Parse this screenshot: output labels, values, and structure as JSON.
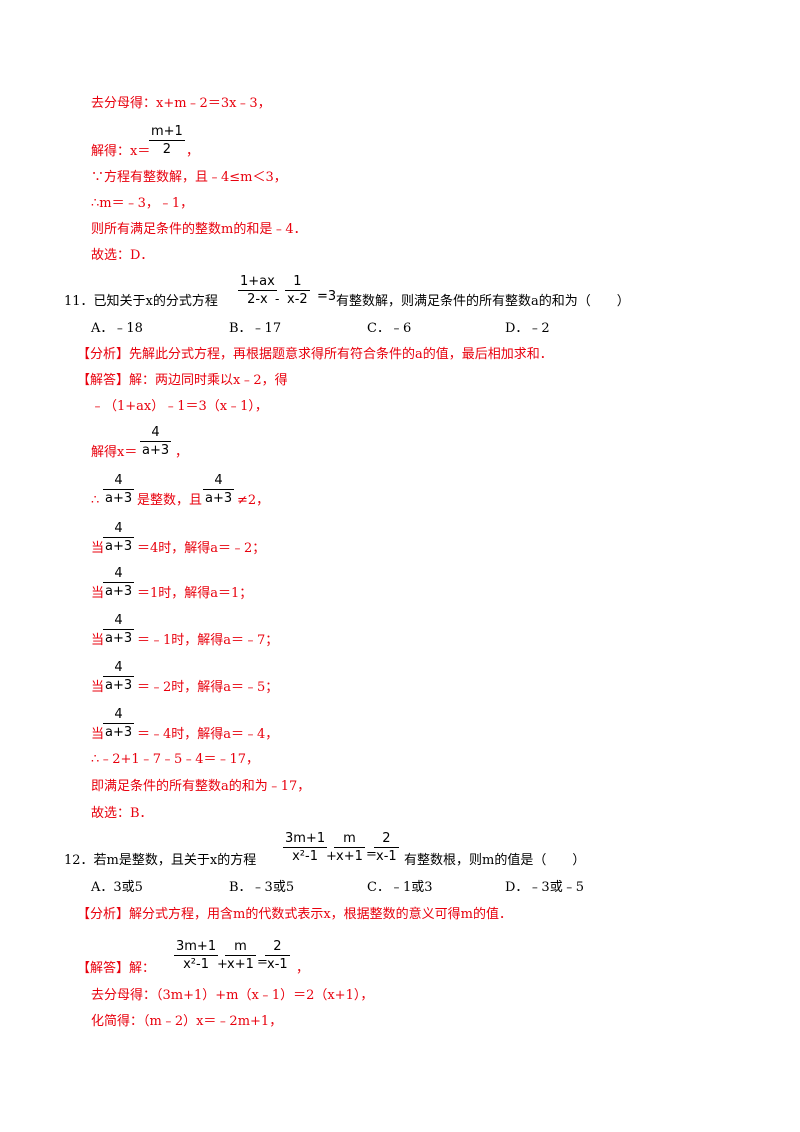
{
  "prev": {
    "l1": "去分母得：x+m﹣2＝3x﹣3，",
    "l2_pre": "解得：x＝",
    "l2_num": "m+1",
    "l2_den": "2",
    "l2_post": "，",
    "l3": "∵方程有整数解，且﹣4≤m＜3，",
    "l4": "∴m＝﹣3，﹣1，",
    "l5": "则所有满足条件的整数m的和是﹣4．",
    "l6": "故选：D．"
  },
  "q11": {
    "stem_pre": "11．已知关于x的分式方程",
    "f1_num": "1+ax",
    "f1_den": "2-x",
    "minus": "-",
    "f2_num": "1",
    "f2_den": "x-2",
    "eq": "=3",
    "stem_post": "有整数解，则满足条件的所有整数a的和为（　　）",
    "options": [
      "A．﹣18",
      "B．﹣17",
      "C．﹣6",
      "D．﹣2"
    ],
    "analysis": "【分析】先解此分式方程，再根据题意求得所有符合条件的a的值，最后相加求和．",
    "answer_intro": "【解答】解：两边同时乘以x﹣2，得",
    "step1": "﹣（1+ax）﹣1＝3（x﹣1），",
    "sol_pre": "解得x＝",
    "sol_num": "4",
    "sol_den": "a+3",
    "sol_post": "，",
    "cond_pre": "∴",
    "cond_mid": "是整数，且",
    "cond_post": "≠2，",
    "cases": [
      {
        "pre": "当",
        "post": "＝4时，解得a＝﹣2；"
      },
      {
        "pre": "当",
        "post": "＝1时，解得a＝1；"
      },
      {
        "pre": "当",
        "post": "＝﹣1时，解得a＝﹣7；"
      },
      {
        "pre": "当",
        "post": "＝﹣2时，解得a＝﹣5；"
      },
      {
        "pre": "当",
        "post": "＝﹣4时，解得a＝﹣4，"
      }
    ],
    "sum": "∴﹣2+1﹣7﹣5﹣4＝﹣17，",
    "conclusion": "即满足条件的所有整数a的和为﹣17，",
    "choice": "故选：B．"
  },
  "q12": {
    "stem_pre": "12．若m是整数，且关于x的方程",
    "f1_num": "3m+1",
    "f1_den": "x²-1",
    "plus": "+",
    "f2_num": "m",
    "f2_den": "x+1",
    "eq": "=",
    "f3_num": "2",
    "f3_den": "x-1",
    "stem_post": "有整数根，则m的值是（　　）",
    "options": [
      "A．3或5",
      "B．﹣3或5",
      "C．﹣1或3",
      "D．﹣3或﹣5"
    ],
    "analysis": "【分析】解分式方程，用含m的代数式表示x，根据整数的意义可得m的值．",
    "answer_intro": "【解答】解：",
    "answer_post": "，",
    "l1": "去分母得：（3m+1）+m（x﹣1）＝2（x+1），",
    "l2": "化简得：（m﹣2）x＝﹣2m+1，"
  }
}
